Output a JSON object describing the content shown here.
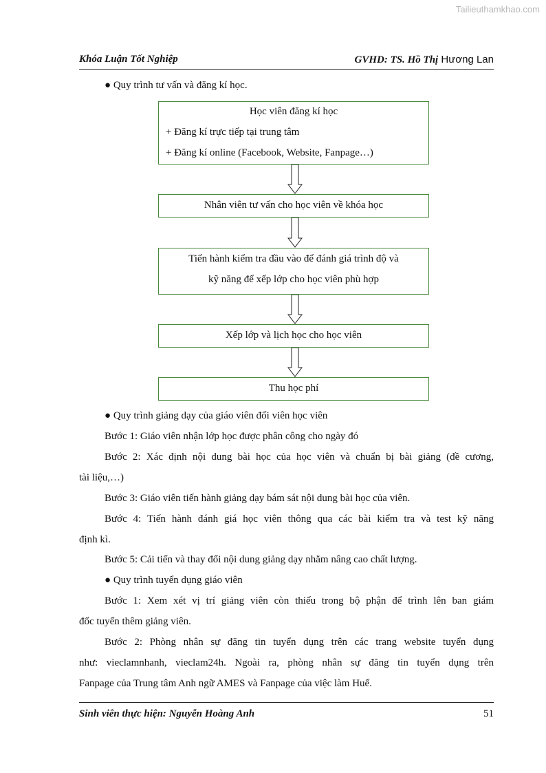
{
  "watermark": "Tailieuthamkhao.com",
  "header": {
    "left": "Khóa Luận Tốt Nghiệp",
    "right_bold": "GVHD: TS. Hồ Thị",
    "right_plain": " Hương Lan"
  },
  "section1": {
    "bullet": "●",
    "title": "Quy trình tư vấn và đăng kí học."
  },
  "flow": {
    "box1": {
      "title": "Học viên đăng kí học",
      "line1": "+ Đăng kí trực tiếp tại trung tâm",
      "line2": "+ Đăng kí online (Facebook, Website, Fanpage…)"
    },
    "box2": "Nhân viên tư vấn cho học viên về khóa học",
    "box3": {
      "line1": "Tiến hành kiểm tra đầu vào để đánh giá trình độ và",
      "line2": "kỹ năng để xếp lớp cho học viên phù hợp"
    },
    "box4": "Xếp lớp và lịch học cho học viên",
    "box5": "Thu học phí",
    "arrow_color": "#222222",
    "box_border_color": "#4a8a3c"
  },
  "section2": {
    "bullet": "●",
    "title": "Quy trình giảng dạy của giáo viên đối viên học viên",
    "step1": "Bước 1: Giáo viên nhận lớp học được phân công cho ngày đó",
    "step2_a": "Bước 2: Xác định nội dung bài học của học viên và chuẩn bị bài giảng (đề cương,",
    "step2_b": "tài liệu,…)",
    "step3": "Bước 3: Giáo viên tiến hành giảng dạy bám sát nội dung bài học của viên.",
    "step4_a": "Bước 4: Tiến hành đánh giá học viên thông qua các bài kiểm tra và test kỹ năng",
    "step4_b": "định kì.",
    "step5": "Bước 5: Cải tiến và thay đổi nội dung giảng dạy nhằm nâng cao chất lượng."
  },
  "section3": {
    "bullet": "●",
    "title": "Quy trình tuyển dụng giáo viên",
    "step1_a": "Bước 1: Xem xét vị trí giảng viên còn thiếu trong bộ phận để trình lên ban giám",
    "step1_b": "đốc tuyển thêm giảng viên.",
    "step2_a": "Bước 2: Phòng nhân sự đăng tin tuyển dụng trên các trang website tuyển dụng",
    "step2_b": "như: vieclamnhanh, vieclam24h. Ngoài ra, phòng nhân sự đăng tin tuyển dụng trên",
    "step2_c": "Fanpage của Trung tâm Anh ngữ AMES và Fanpage của việc làm Huế."
  },
  "footer": {
    "left": "Sinh viên thực hiện: Nguyễn Hoàng Anh",
    "page_number": "51"
  }
}
